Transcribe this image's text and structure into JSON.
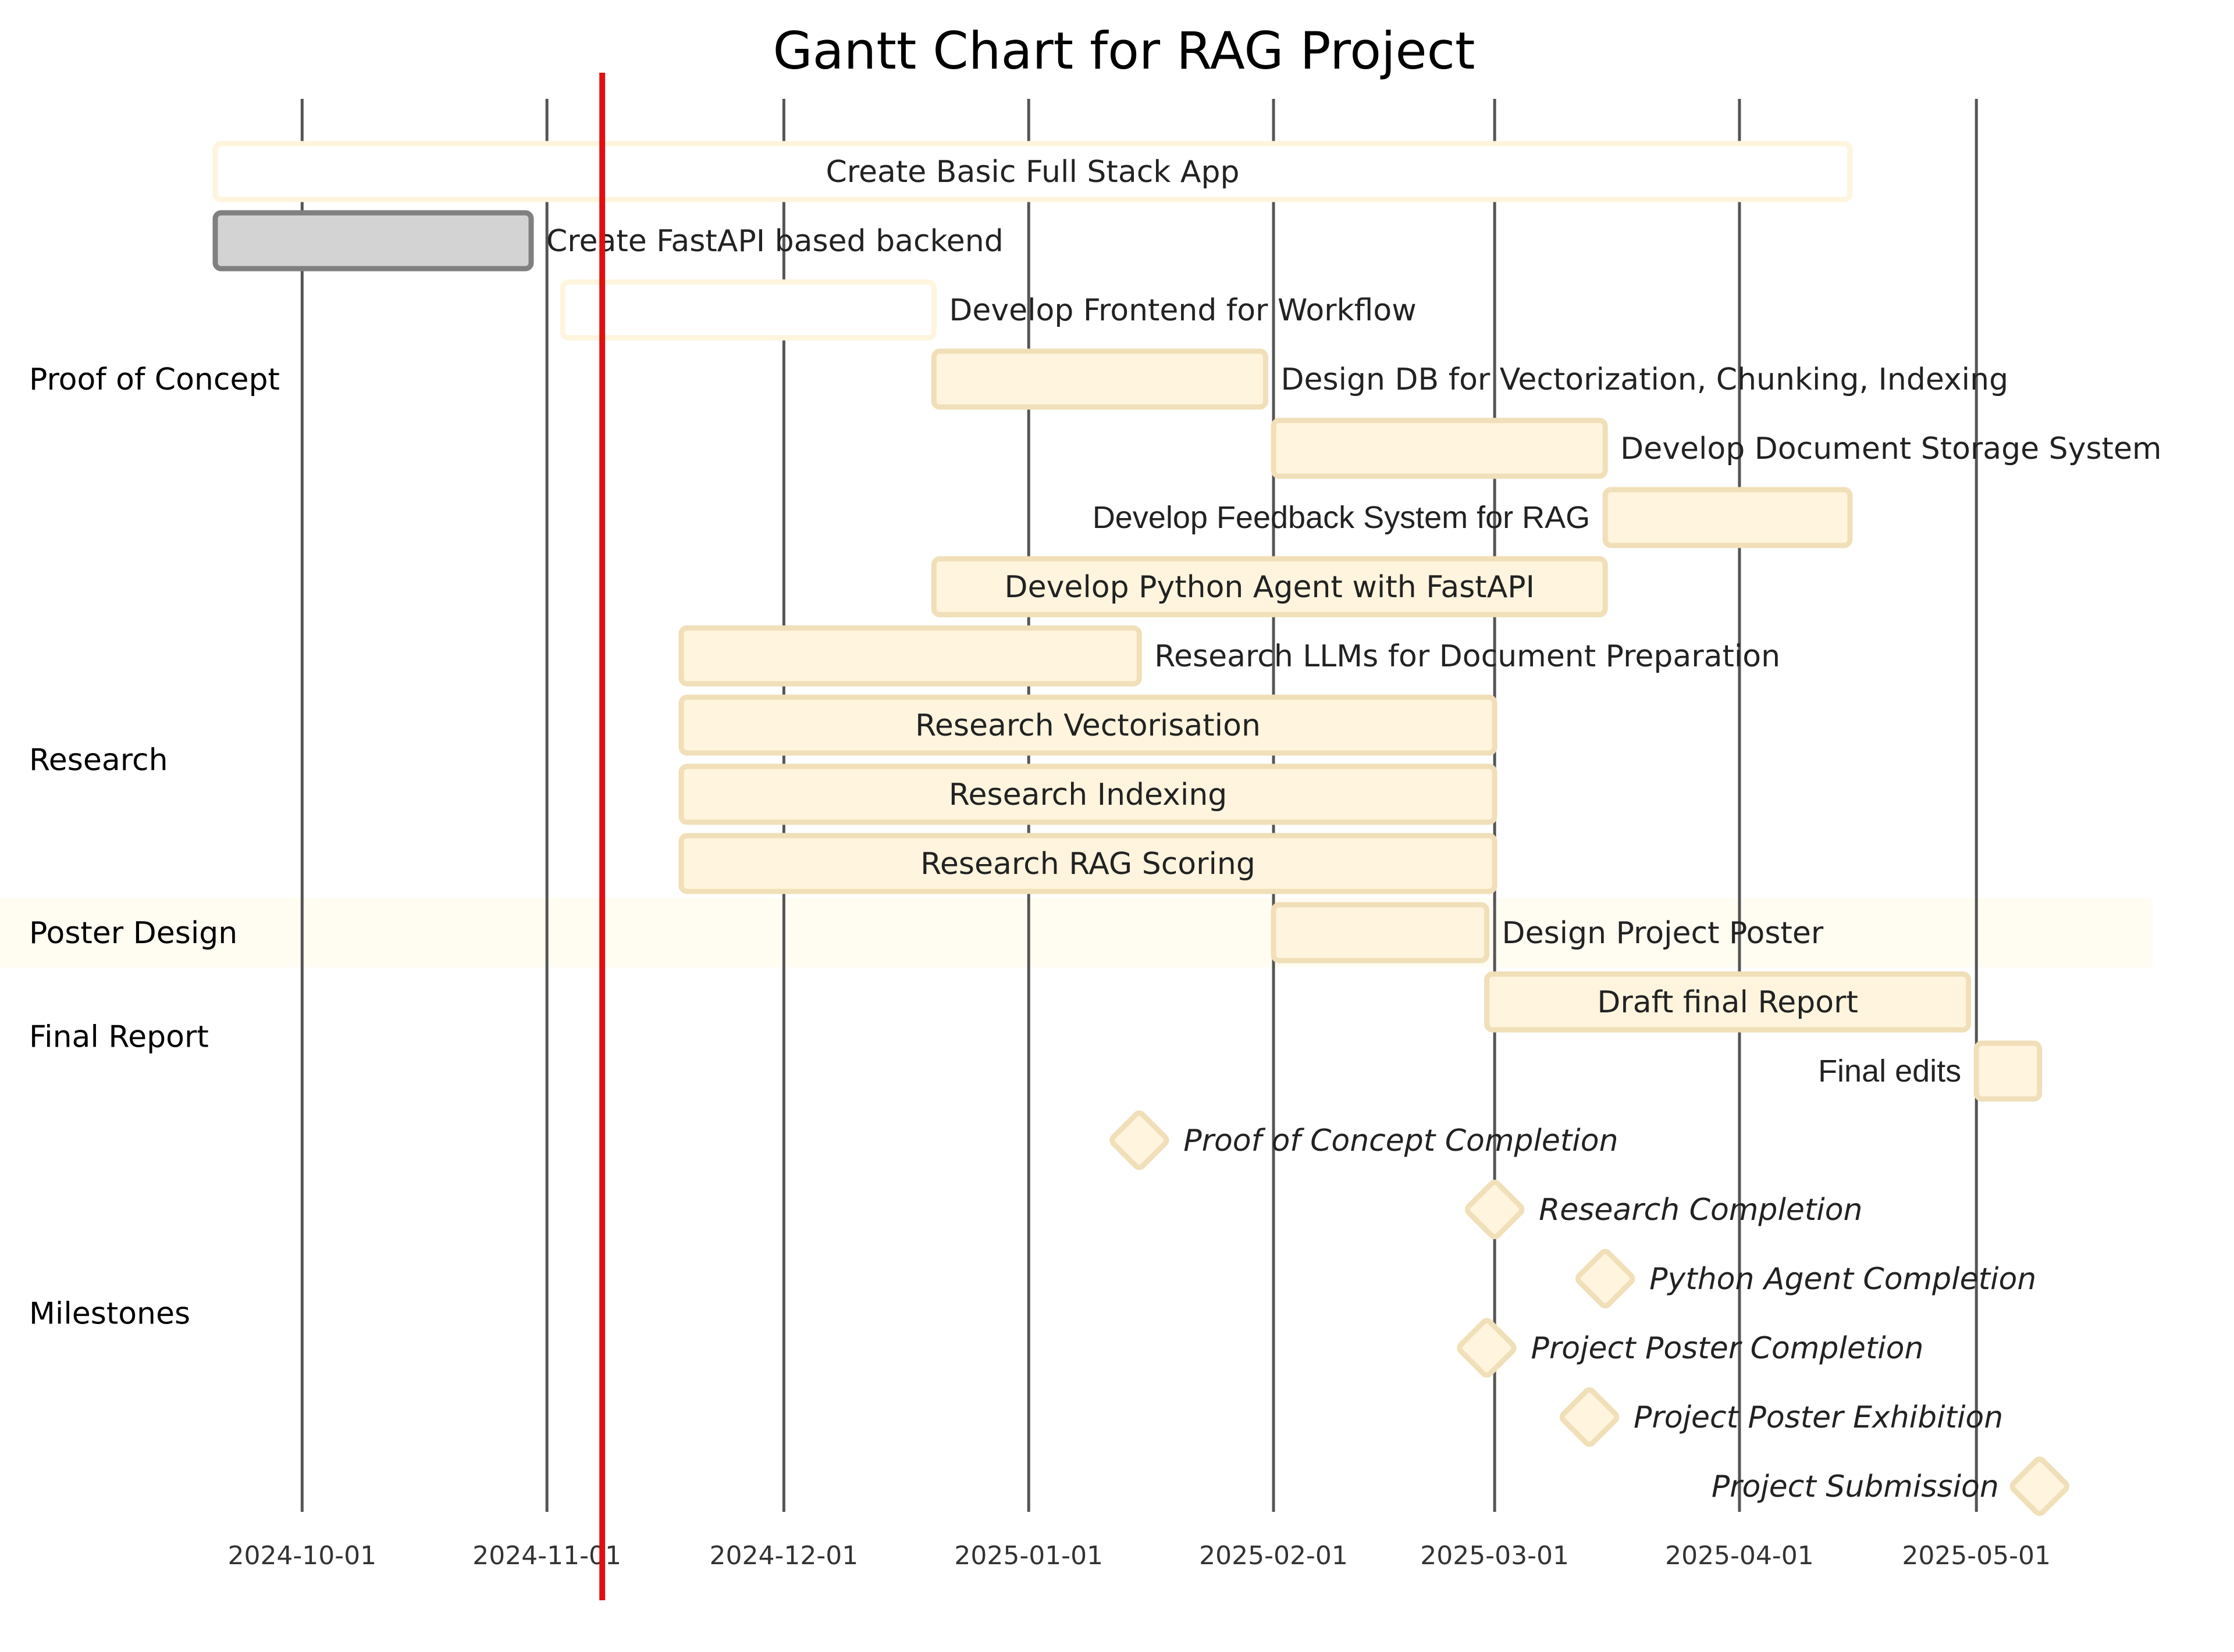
{
  "chart_data": {
    "type": "gantt",
    "title": "Gantt Chart for RAG Project",
    "today": "2024-11-08",
    "x_range": [
      "2024-09-20",
      "2025-05-21"
    ],
    "ticks": [
      "2024-10-01",
      "2024-11-01",
      "2024-12-01",
      "2025-01-01",
      "2025-02-01",
      "2025-03-01",
      "2025-04-01",
      "2025-05-01"
    ],
    "sections": [
      {
        "name": "Proof of Concept",
        "rows": [
          0,
          6
        ]
      },
      {
        "name": "Research",
        "rows": [
          7,
          10
        ]
      },
      {
        "name": "Poster Design",
        "rows": [
          11,
          11
        ]
      },
      {
        "name": "Final Report",
        "rows": [
          12,
          13
        ]
      },
      {
        "name": "Milestones",
        "rows": [
          14,
          19
        ]
      }
    ],
    "tasks": [
      {
        "name": "Create Basic Full Stack App",
        "start": "2024-09-20",
        "end": "2025-04-15",
        "state": "active",
        "label_pos": "inside"
      },
      {
        "name": "Create FastAPI based backend",
        "start": "2024-09-20",
        "end": "2024-10-30",
        "state": "done",
        "label_pos": "right"
      },
      {
        "name": "Develop Frontend for Workflow",
        "start": "2024-11-03",
        "end": "2024-12-20",
        "state": "active",
        "label_pos": "right"
      },
      {
        "name": "Design DB for Vectorization, Chunking, Indexing",
        "start": "2024-12-20",
        "end": "2025-01-31",
        "state": "pending",
        "label_pos": "right"
      },
      {
        "name": "Develop Document Storage System",
        "start": "2025-02-01",
        "end": "2025-03-15",
        "state": "pending",
        "label_pos": "right"
      },
      {
        "name": "Develop Feedback System for RAG",
        "start": "2025-03-15",
        "end": "2025-04-15",
        "state": "pending",
        "label_pos": "left"
      },
      {
        "name": "Develop Python Agent with FastAPI",
        "start": "2024-12-20",
        "end": "2025-03-15",
        "state": "pending",
        "label_pos": "inside"
      },
      {
        "name": "Research LLMs for Document Preparation",
        "start": "2024-11-18",
        "end": "2025-01-15",
        "state": "pending",
        "label_pos": "right"
      },
      {
        "name": "Research Vectorisation",
        "start": "2024-11-18",
        "end": "2025-03-01",
        "state": "pending",
        "label_pos": "inside"
      },
      {
        "name": "Research Indexing",
        "start": "2024-11-18",
        "end": "2025-03-01",
        "state": "pending",
        "label_pos": "inside"
      },
      {
        "name": "Research RAG Scoring",
        "start": "2024-11-18",
        "end": "2025-03-01",
        "state": "pending",
        "label_pos": "inside"
      },
      {
        "name": "Design Project Poster",
        "start": "2025-02-01",
        "end": "2025-02-28",
        "state": "pending",
        "label_pos": "right"
      },
      {
        "name": "Draft final Report",
        "start": "2025-02-28",
        "end": "2025-04-30",
        "state": "pending",
        "label_pos": "inside"
      },
      {
        "name": "Final edits",
        "start": "2025-05-01",
        "end": "2025-05-09",
        "state": "pending",
        "label_pos": "left"
      }
    ],
    "milestones": [
      {
        "name": "Proof of Concept Completion",
        "date": "2025-01-15",
        "label_pos": "right"
      },
      {
        "name": "Research Completion",
        "date": "2025-03-01",
        "label_pos": "right"
      },
      {
        "name": "Python Agent Completion",
        "date": "2025-03-15",
        "label_pos": "right"
      },
      {
        "name": "Project Poster Completion",
        "date": "2025-02-28",
        "label_pos": "right"
      },
      {
        "name": "Project Poster Exhibition",
        "date": "2025-03-13",
        "label_pos": "right"
      },
      {
        "name": "Project Submission",
        "date": "2025-05-09",
        "label_pos": "left"
      }
    ],
    "colors": {
      "task_fill": "#fff4dd",
      "task_stroke": "#f0dfb8",
      "active_fill": "#ffffff",
      "active_stroke": "#fff4dd",
      "done_fill": "#d3d3d3",
      "done_stroke": "#808080",
      "grid": "#555555",
      "today": "#e01010",
      "section_band": "#fffcf2"
    }
  }
}
